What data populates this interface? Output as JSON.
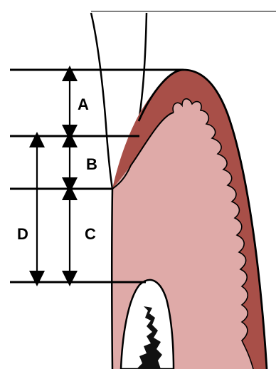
{
  "colors": {
    "background": "#ffffff",
    "outline": "#000000",
    "gingiva_light": "#dfaaa8",
    "epithelium_dark": "#a84f48",
    "bone": "#ffffff",
    "marrow": "#111111"
  },
  "labels": {
    "a": "A",
    "b": "B",
    "c": "C",
    "d": "D"
  }
}
